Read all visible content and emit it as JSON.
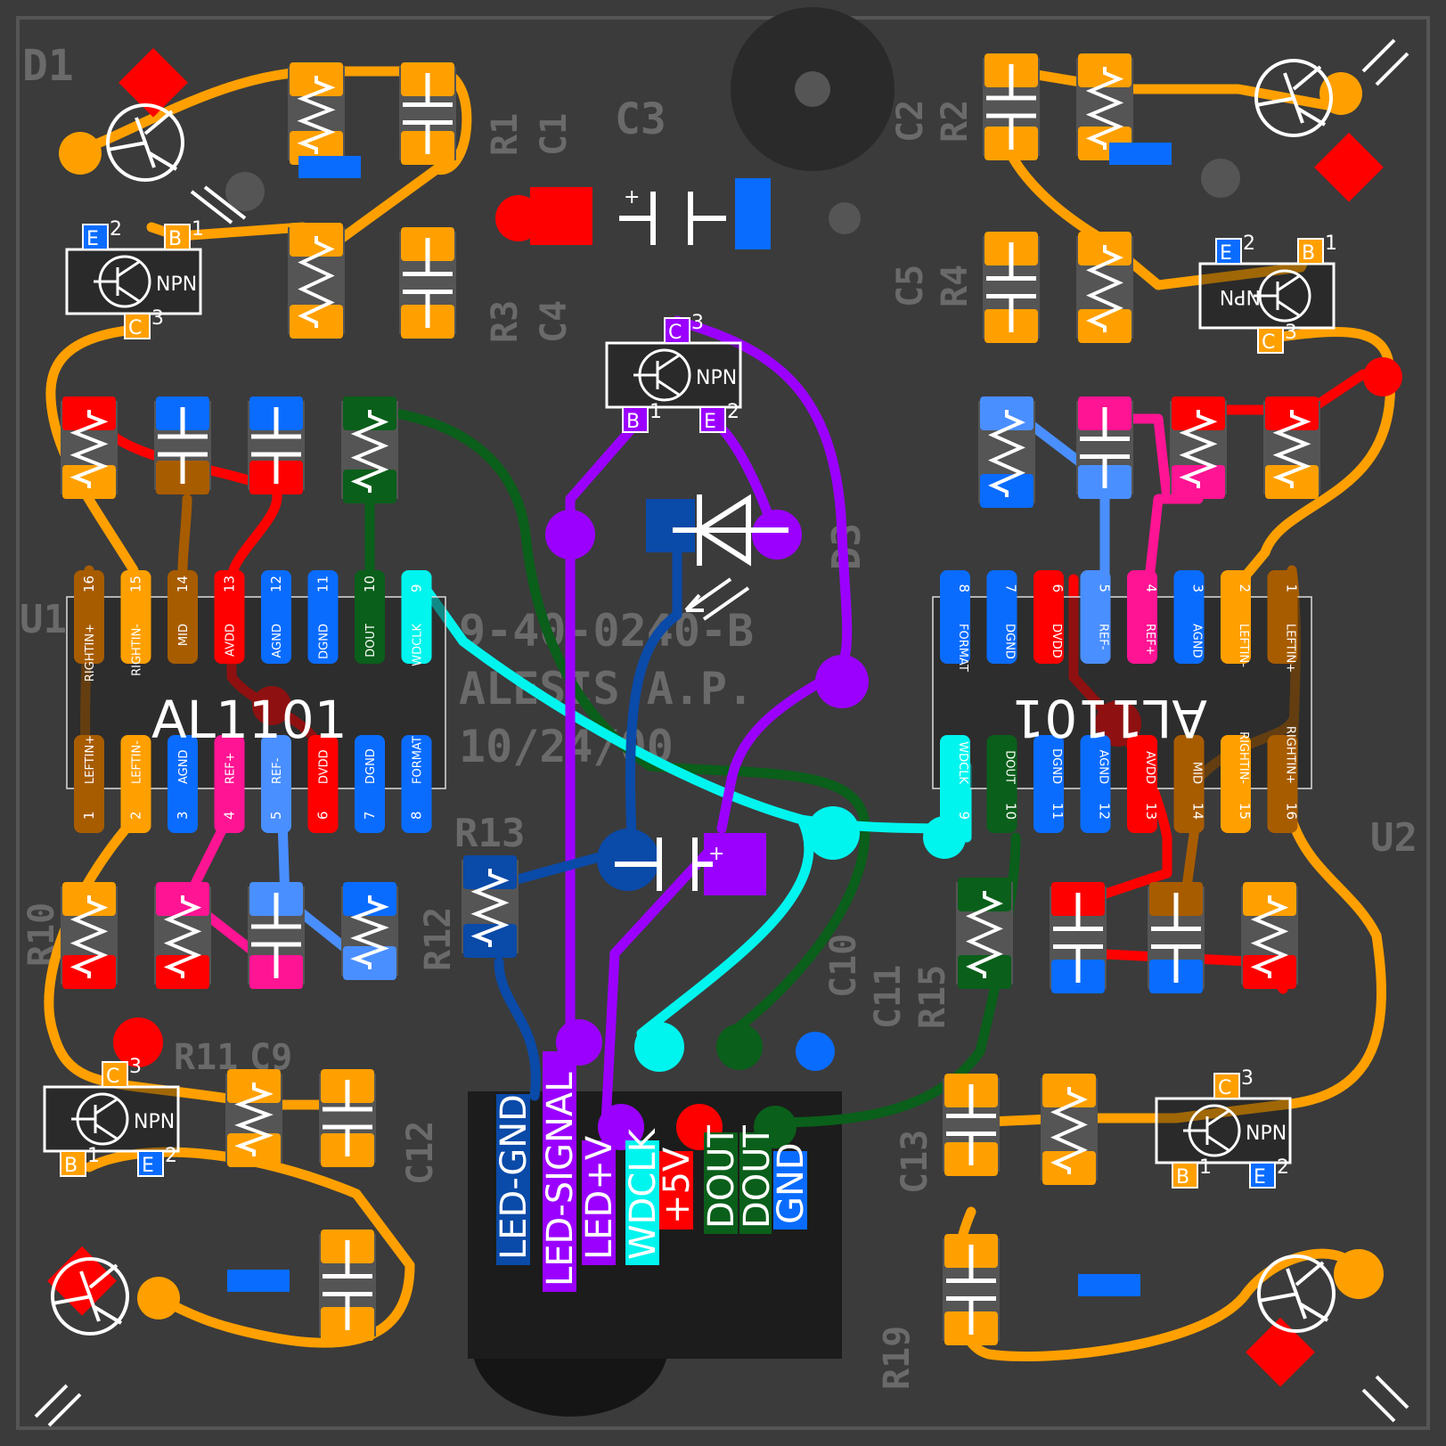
{
  "board": {
    "silkscreen": [
      "D1",
      "R1",
      "C1",
      "C3",
      "R3",
      "C4",
      "C2",
      "R2",
      "C5",
      "R4",
      "U1",
      "U2",
      "R13",
      "R10",
      "R11",
      "C9",
      "R12",
      "C12",
      "C13",
      "C11",
      "R15",
      "C10",
      "R19",
      "D3",
      "9-40-0240-B",
      "ALESIS A.P.",
      "10/24/00"
    ]
  },
  "colors": {
    "board": "#3b3b3b",
    "orange": "#ffa000",
    "brown": "#a85c00",
    "red": "#ff0000",
    "blue": "#0a6cff",
    "light_blue": "#4a8fff",
    "dark_blue": "#0a4aa8",
    "pink": "#ff1493",
    "purple": "#9b00ff",
    "cyan": "#00f5ee",
    "dark_green": "#0a5f1a"
  },
  "chip_left": {
    "name": "AL1101",
    "top_pins": [
      {
        "num": "16",
        "label": "RIGHTIN+"
      },
      {
        "num": "15",
        "label": "RIGHTIN-"
      },
      {
        "num": "14",
        "label": "MID"
      },
      {
        "num": "13",
        "label": "AVDD"
      },
      {
        "num": "12",
        "label": "AGND"
      },
      {
        "num": "11",
        "label": "DGND"
      },
      {
        "num": "10",
        "label": "DOUT"
      },
      {
        "num": "9",
        "label": "WDCLK"
      }
    ],
    "bottom_pins": [
      {
        "num": "1",
        "label": "LEFTIN+"
      },
      {
        "num": "2",
        "label": "LEFTIN-"
      },
      {
        "num": "3",
        "label": "AGND"
      },
      {
        "num": "4",
        "label": "REF+"
      },
      {
        "num": "5",
        "label": "REF-"
      },
      {
        "num": "6",
        "label": "DVDD"
      },
      {
        "num": "7",
        "label": "DGND"
      },
      {
        "num": "8",
        "label": "FORMAT"
      }
    ]
  },
  "chip_right": {
    "name": "AL1101",
    "top_pins": [
      {
        "num": "8",
        "label": "FORMAT"
      },
      {
        "num": "7",
        "label": "DGND"
      },
      {
        "num": "6",
        "label": "DVDD"
      },
      {
        "num": "5",
        "label": "REF-"
      },
      {
        "num": "4",
        "label": "REF+"
      },
      {
        "num": "3",
        "label": "AGND"
      },
      {
        "num": "2",
        "label": "LEFTIN-"
      },
      {
        "num": "1",
        "label": "LEFTIN+"
      }
    ],
    "bottom_pins": [
      {
        "num": "9",
        "label": "WDCLK"
      },
      {
        "num": "10",
        "label": "DOUT"
      },
      {
        "num": "11",
        "label": "DGND"
      },
      {
        "num": "12",
        "label": "AGND"
      },
      {
        "num": "13",
        "label": "AVDD"
      },
      {
        "num": "14",
        "label": "MID"
      },
      {
        "num": "15",
        "label": "RIGHTIN-"
      },
      {
        "num": "16",
        "label": "RIGHTIN+"
      }
    ]
  },
  "transistors": [
    {
      "type": "NPN",
      "b": "B",
      "b_num": "1",
      "e": "E",
      "e_num": "2",
      "c": "C",
      "c_num": "3"
    },
    {
      "type": "NPN",
      "b": "B",
      "b_num": "1",
      "e": "E",
      "e_num": "2",
      "c": "C",
      "c_num": "3"
    },
    {
      "type": "NPN",
      "b": "B",
      "b_num": "1",
      "e": "E",
      "e_num": "2",
      "c": "C",
      "c_num": "3"
    },
    {
      "type": "NPN",
      "b": "B",
      "b_num": "1",
      "e": "E",
      "e_num": "2",
      "c": "C",
      "c_num": "3"
    },
    {
      "type": "NPN",
      "b": "B",
      "b_num": "1",
      "e": "E",
      "e_num": "2",
      "c": "C",
      "c_num": "3"
    }
  ],
  "capacitor_plus": "+",
  "connector": [
    {
      "label": "LED-GND",
      "color": "#0a4aa8"
    },
    {
      "label": "LED-SIGNAL",
      "color": "#9b00ff"
    },
    {
      "label": "LED+V",
      "color": "#9b00ff"
    },
    {
      "label": "WDCLK",
      "color": "#00f5ee"
    },
    {
      "label": "+5V",
      "color": "#ff0000"
    },
    {
      "label": "DOUT",
      "color": "#0a5f1a"
    },
    {
      "label": "DOUT",
      "color": "#0a5f1a"
    },
    {
      "label": "GND",
      "color": "#0a6cff"
    }
  ]
}
